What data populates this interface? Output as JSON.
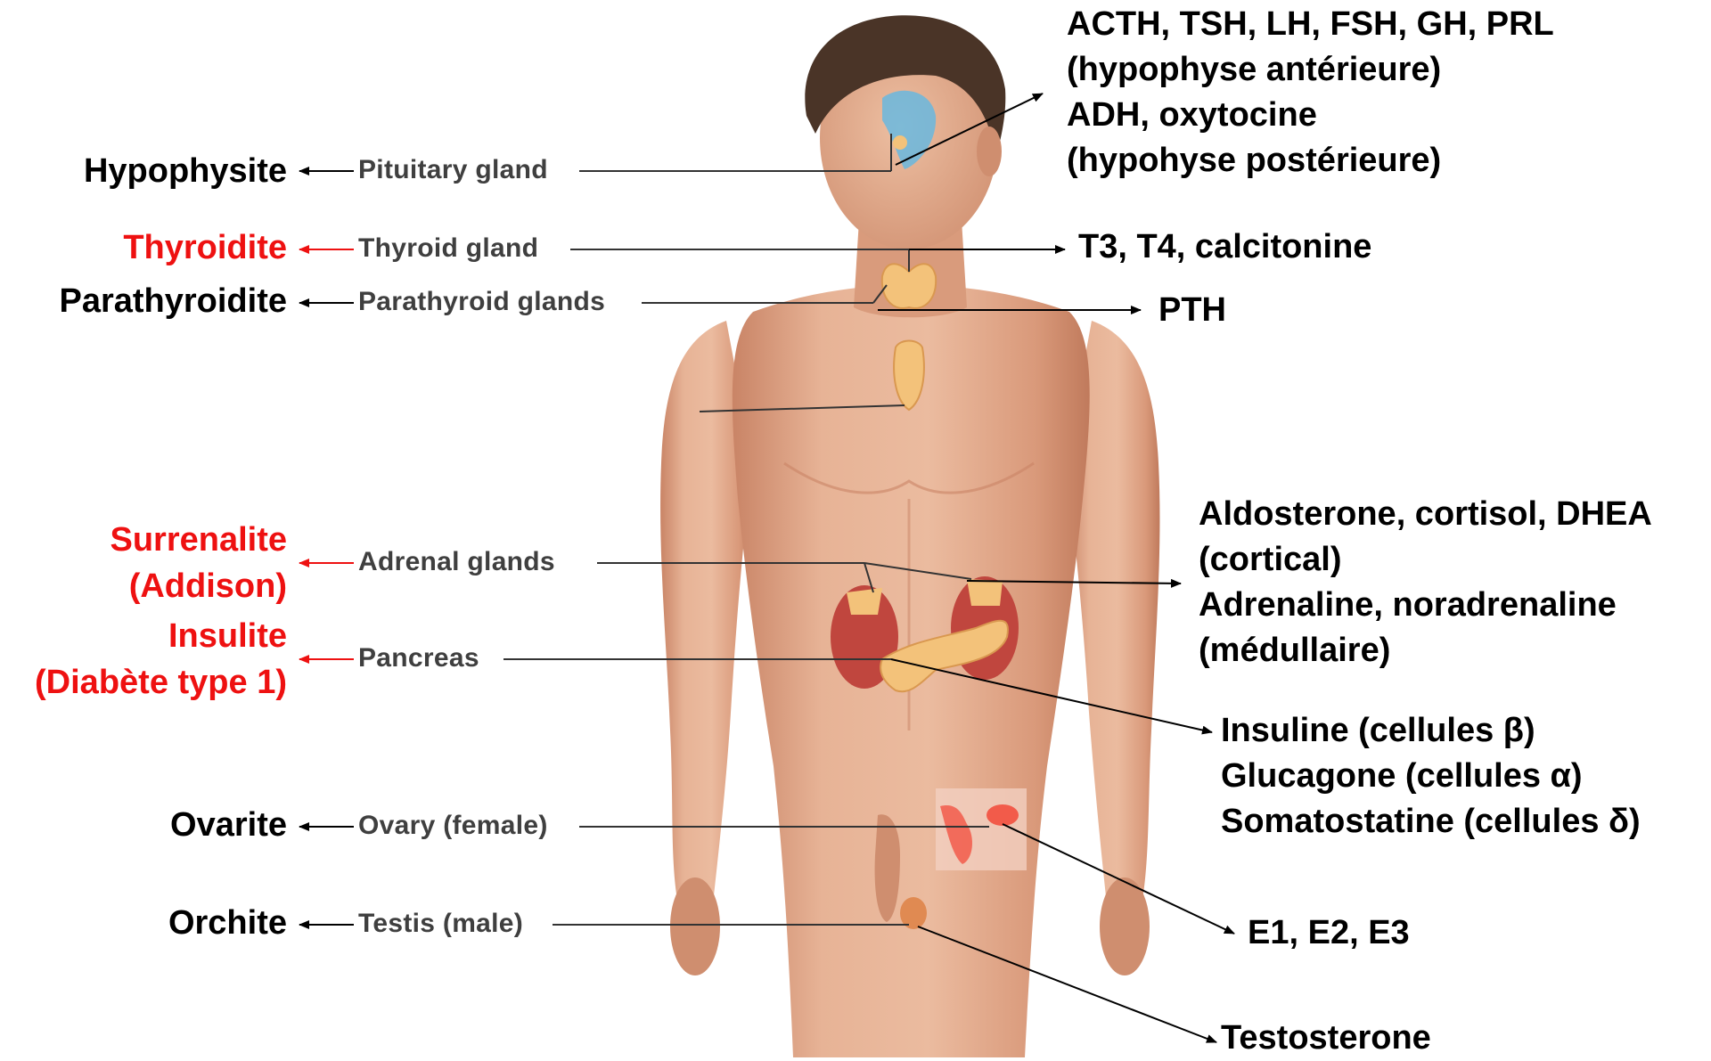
{
  "colors": {
    "disease_black": "#000000",
    "disease_red": "#ee1111",
    "skin": "#e2a98a",
    "skin_shadow": "#c98466",
    "hair": "#4a3427",
    "gland_yellow": "#f3c27a",
    "kidney": "#c0463e",
    "pituitary_blue": "#58b8e8",
    "ovary_red": "#f25b4a",
    "leader": "#333333"
  },
  "glands": {
    "pituitary": "Pituitary gland",
    "thyroid": "Thyroid gland",
    "parathyroid": "Parathyroid glands",
    "adrenal": "Adrenal glands",
    "pancreas": "Pancreas",
    "ovary": "Ovary (female)",
    "testis": "Testis (male)"
  },
  "diseases": {
    "hypophysite": "Hypophysite",
    "thyroidite": "Thyroidite",
    "parathyroidite": "Parathyroidite",
    "surrenalite_1": "Surrenalite",
    "surrenalite_2": "(Addison)",
    "insulite_1": "Insulite",
    "insulite_2": "(Diabète type 1)",
    "ovarite": "Ovarite",
    "orchite": "Orchite"
  },
  "hormones": {
    "pituitary": [
      "ACTH, TSH, LH, FSH, GH, PRL",
      "(hypophyse antérieure)",
      "ADH, oxytocine",
      "(hypohyse postérieure)"
    ],
    "thyroid": "T3, T4, calcitonine",
    "parathyroid": "PTH",
    "adrenal": [
      "Aldosterone, cortisol, DHEA",
      "(cortical)",
      "Adrenaline, noradrenaline",
      "(médullaire)"
    ],
    "pancreas": [
      "Insuline (cellules β)",
      "Glucagone (cellules α)",
      "Somatostatine (cellules δ)"
    ],
    "ovary": "E1, E2, E3",
    "testis": "Testosterone"
  }
}
